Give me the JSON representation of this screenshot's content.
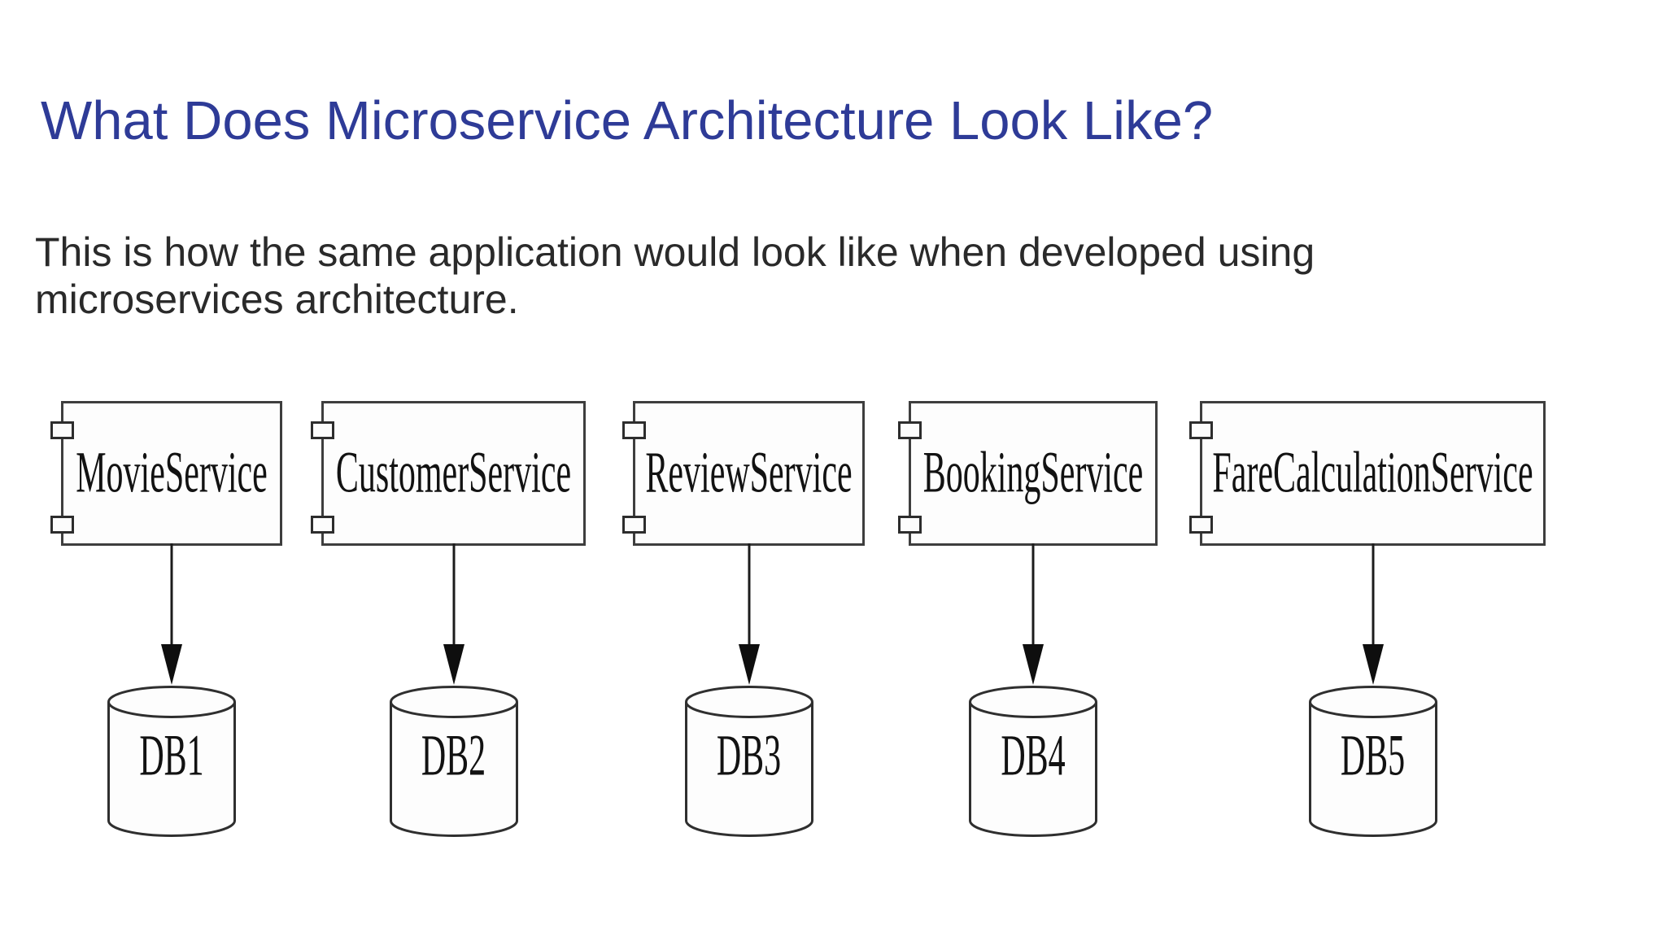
{
  "header": {
    "title": "What Does Microservice Architecture Look Like?"
  },
  "intro": {
    "text": "This is how the same application would look like when developed using\nmicroservices architecture."
  },
  "colors": {
    "title_blue": "#2e3b97",
    "body_text": "#2a2a2a",
    "diagram_stroke": "#3e3e3e"
  },
  "diagram": {
    "services": [
      {
        "name": "MovieService",
        "db": "DB1"
      },
      {
        "name": "CustomerService",
        "db": "DB2"
      },
      {
        "name": "ReviewService",
        "db": "DB3"
      },
      {
        "name": "BookingService",
        "db": "DB4"
      },
      {
        "name": "FareCalculationService",
        "db": "DB5"
      }
    ]
  }
}
